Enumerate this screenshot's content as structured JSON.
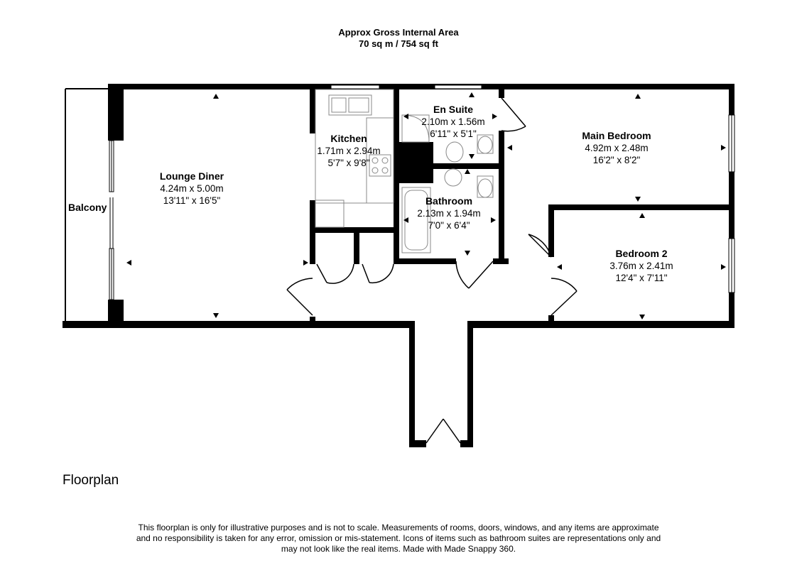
{
  "header": {
    "line1": "Approx Gross Internal Area",
    "line2": "70 sq m / 754 sq ft"
  },
  "rooms": {
    "lounge": {
      "name": "Lounge Diner",
      "metric": "4.24m x 5.00m",
      "imperial": "13'11\" x 16'5\""
    },
    "kitchen": {
      "name": "Kitchen",
      "metric": "1.71m x 2.94m",
      "imperial": "5'7\" x 9'8\""
    },
    "ensuite": {
      "name": "En Suite",
      "metric": "2.10m x 1.56m",
      "imperial": "6'11\" x 5'1\""
    },
    "bathroom": {
      "name": "Bathroom",
      "metric": "2.13m x 1.94m",
      "imperial": "7'0\" x 6'4\""
    },
    "main_bedroom": {
      "name": "Main Bedroom",
      "metric": "4.92m x 2.48m",
      "imperial": "16'2\" x 8'2\""
    },
    "bedroom2": {
      "name": "Bedroom 2",
      "metric": "3.76m x 2.41m",
      "imperial": "12'4\" x 7'11\""
    },
    "balcony": {
      "name": "Balcony"
    }
  },
  "caption": "Floorplan",
  "disclaimer": {
    "line1": "This floorplan is only for illustrative purposes and is not to scale. Measurements of rooms, doors, windows, and any items are approximate",
    "line2": "and no responsibility is taken for any error, omission or mis-statement. Icons of items such as bathroom suites are representations only and",
    "line3": "may not look like the real items. Made with Made Snappy 360."
  },
  "colors": {
    "wall": "#000000",
    "background": "#ffffff",
    "fixture": "#888888"
  }
}
